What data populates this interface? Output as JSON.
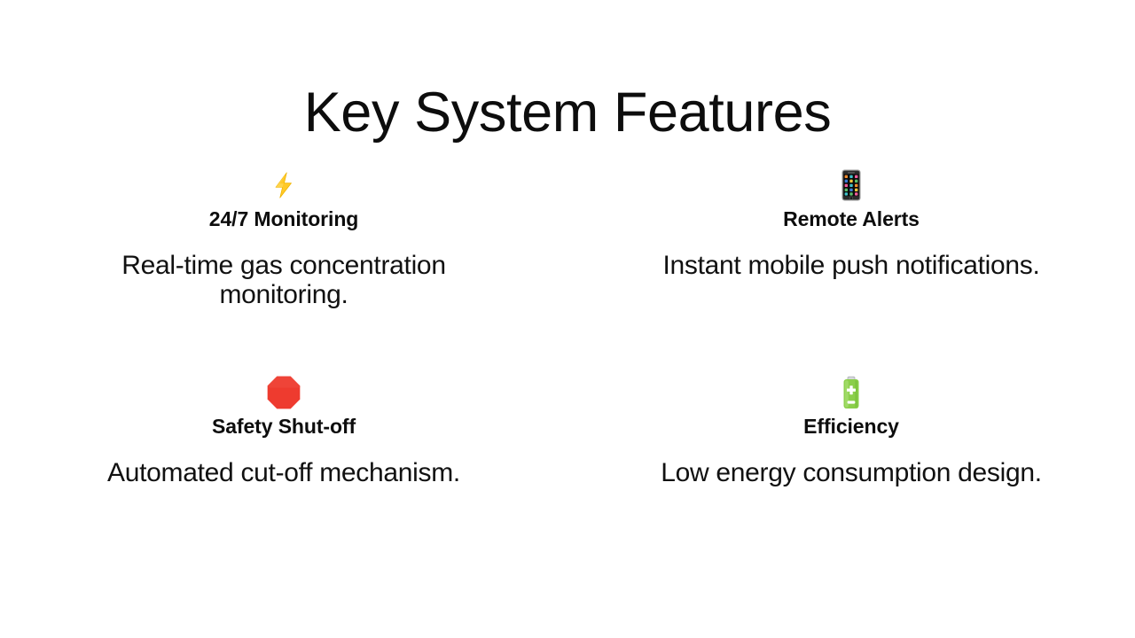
{
  "slide": {
    "title": "Key System Features",
    "background_color": "#ffffff",
    "text_color": "#0d0d0d"
  },
  "features": [
    {
      "icon": "lightning-bolt-icon",
      "icon_glyph": "⚡",
      "icon_color": "#FFC928",
      "title": "24/7 Monitoring",
      "description": "Real-time gas concentration monitoring."
    },
    {
      "icon": "mobile-phone-icon",
      "icon_glyph": "📱",
      "icon_color": "#2B2B2B",
      "title": "Remote Alerts",
      "description": "Instant mobile push notifications."
    },
    {
      "icon": "stop-sign-icon",
      "icon_glyph": "🛑",
      "icon_color": "#EE3B2F",
      "title": "Safety Shut-off",
      "description": "Automated cut-off mechanism."
    },
    {
      "icon": "battery-icon",
      "icon_glyph": "🔋",
      "icon_color": "#8BCF4A",
      "title": "Efficiency",
      "description": "Low energy consumption design."
    }
  ]
}
